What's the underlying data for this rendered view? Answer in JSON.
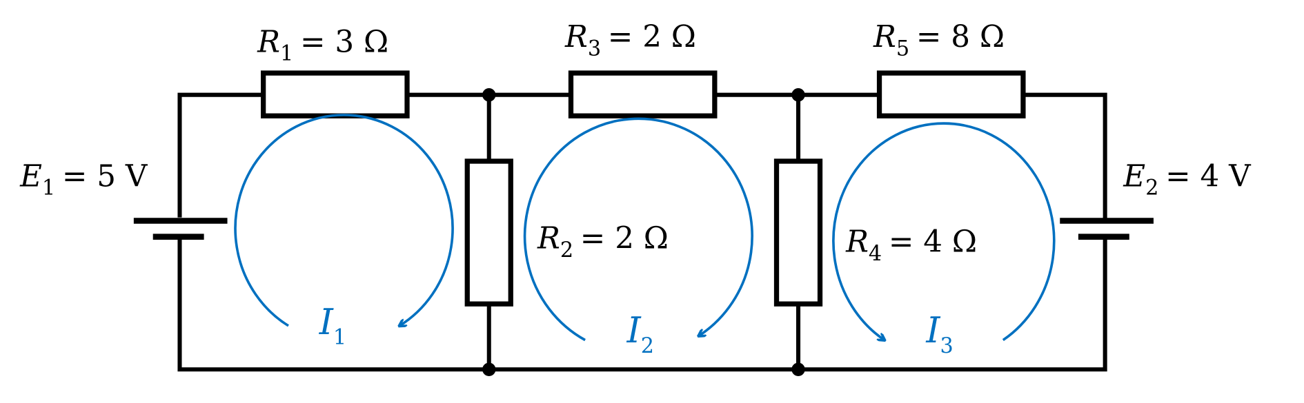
{
  "colors": {
    "wire": "#000000",
    "current": "#0070C0"
  },
  "resistors": [
    {
      "id": "R1",
      "symbol": "R",
      "sub": "1",
      "value": "= 3 Ω"
    },
    {
      "id": "R2",
      "symbol": "R",
      "sub": "2",
      "value": "= 2 Ω"
    },
    {
      "id": "R3",
      "symbol": "R",
      "sub": "3",
      "value": "= 2 Ω"
    },
    {
      "id": "R4",
      "symbol": "R",
      "sub": "4",
      "value": "= 4 Ω"
    },
    {
      "id": "R5",
      "symbol": "R",
      "sub": "5",
      "value": "= 8 Ω"
    }
  ],
  "sources": [
    {
      "id": "E1",
      "symbol": "E",
      "sub": "1",
      "value": "= 5 V"
    },
    {
      "id": "E2",
      "symbol": "E",
      "sub": "2",
      "value": "= 4 V"
    }
  ],
  "currents": [
    {
      "id": "I1",
      "symbol": "I",
      "sub": "1"
    },
    {
      "id": "I2",
      "symbol": "I",
      "sub": "2"
    },
    {
      "id": "I3",
      "symbol": "I",
      "sub": "3"
    }
  ]
}
